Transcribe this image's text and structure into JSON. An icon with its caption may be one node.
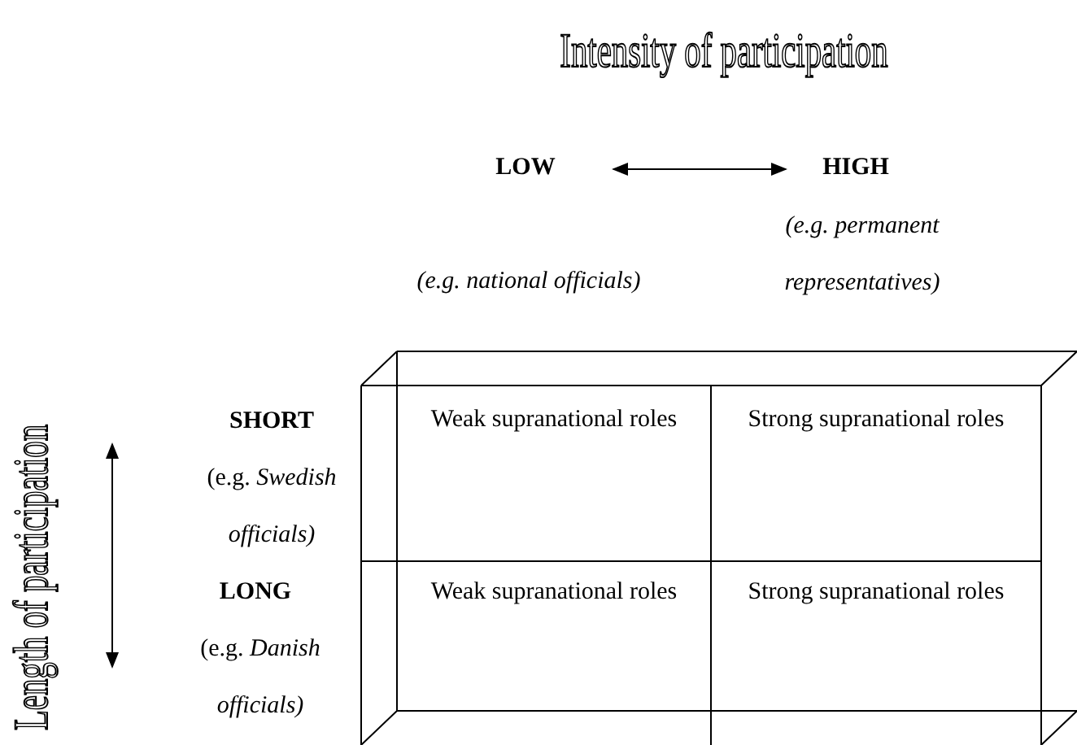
{
  "diagram": {
    "title": "Intensity of participation",
    "nodes": [
      {
        "text": [
          "Weak supranational roles"
        ]
      },
      {
        "text": [
          "Strong supranational roles"
        ]
      },
      {
        "text": [
          "Weak supranational roles"
        ]
      },
      {
        "text": [
          "Strong supranational roles"
        ]
      }
    ],
    "labels": [
      "LOW",
      "HIGH",
      "(e.g. permanent representatives)",
      "(e.g. national officials)",
      "SHORT",
      "(e.g. *Swedish officials)*",
      "LONG",
      "(e.g. *Danish officials)*",
      "Length of participation"
    ]
  }
}
